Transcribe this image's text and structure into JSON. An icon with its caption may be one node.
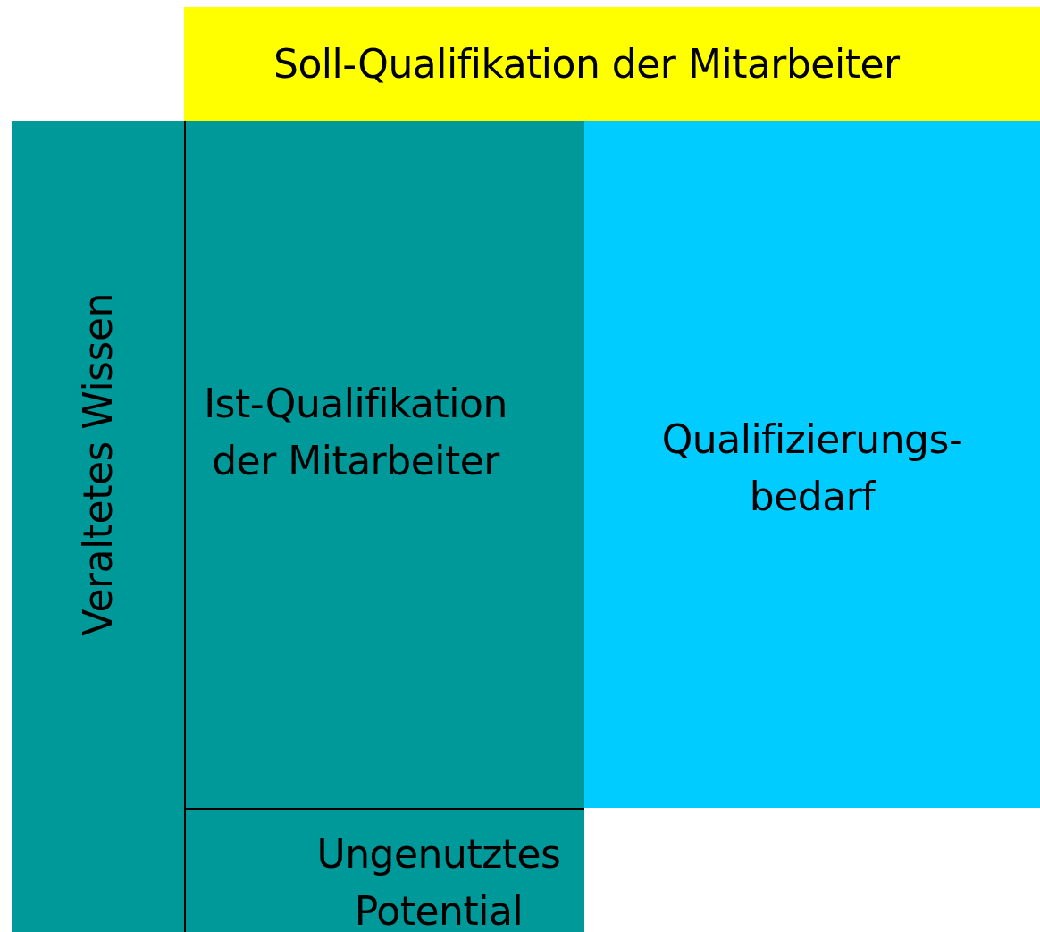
{
  "diagram": {
    "nodes": [
      {
        "text": [
          "Soll-Qualifikation der Mitarbeiter"
        ]
      },
      {
        "text": [
          "Veraltetes Wissen"
        ]
      },
      {
        "text": [
          "Ist-Qualifikation der Mitarbeiter"
        ]
      },
      {
        "text": [
          "Qualifizierungs- bedarf"
        ]
      },
      {
        "text": [
          "Ungenutztes Potential"
        ]
      }
    ]
  }
}
